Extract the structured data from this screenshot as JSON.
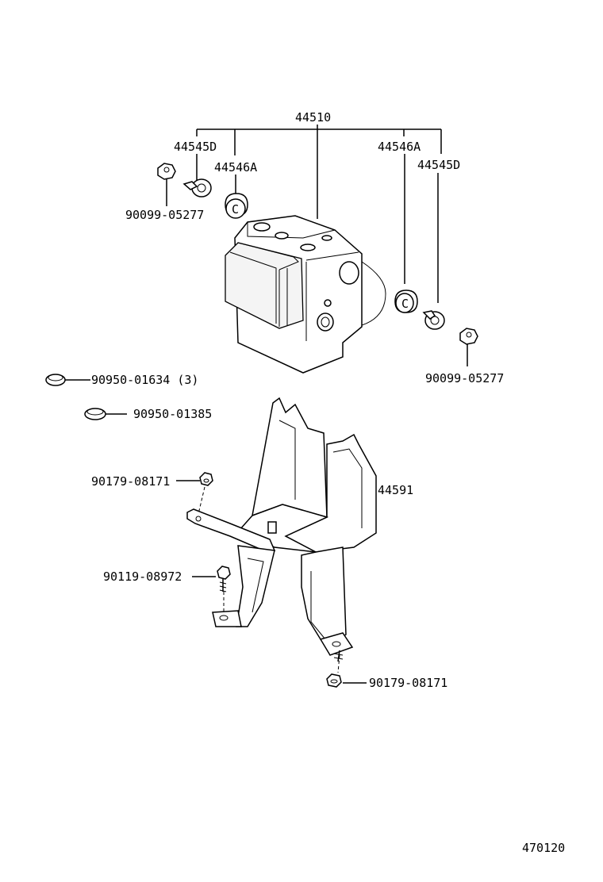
{
  "labels": {
    "p44510": "44510",
    "p44545d_left": "44545D",
    "p44546a_left": "44546A",
    "p90099_left": "90099-05277",
    "p44546a_right": "44546A",
    "p44545d_right": "44545D",
    "p90099_right": "90099-05277",
    "p90950_01634": "90950-01634 (3)",
    "p90950_01385": "90950-01385",
    "p90179_upper": "90179-08171",
    "p44591": "44591",
    "p90119": "90119-08972",
    "p90179_lower": "90179-08171",
    "drawing_no": "470120"
  }
}
